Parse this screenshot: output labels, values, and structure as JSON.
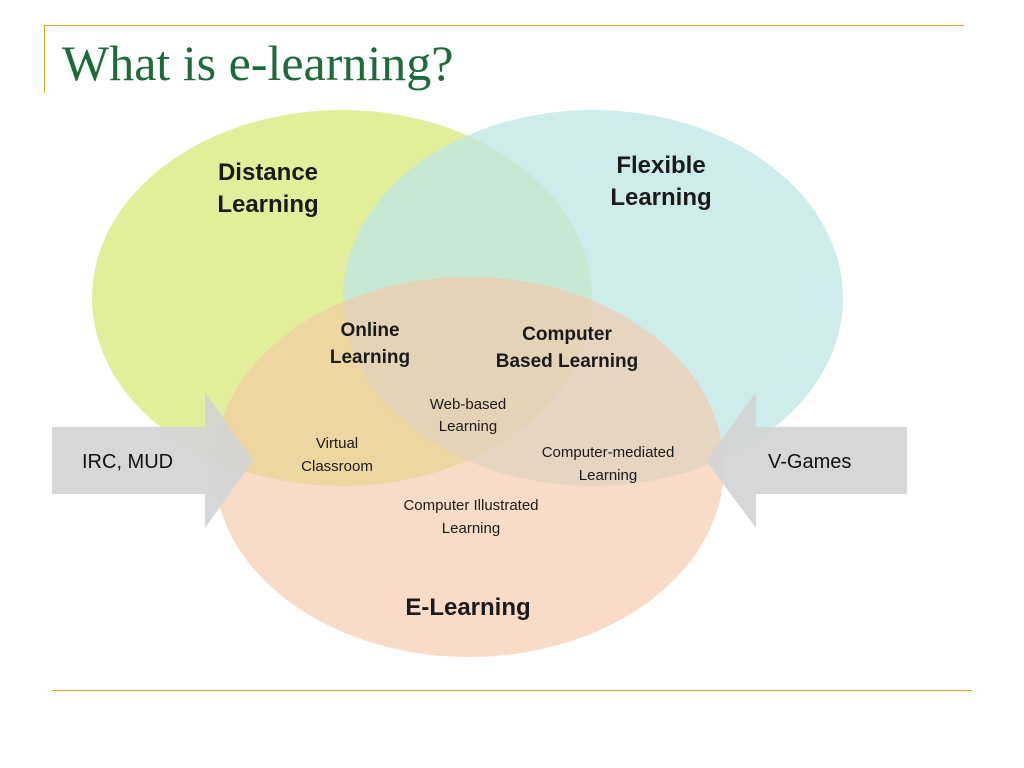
{
  "title": "What is e-learning?",
  "circles": {
    "distance": {
      "line1": "Distance",
      "line2": "Learning",
      "color": "#dfec8f"
    },
    "flexible": {
      "line1": "Flexible",
      "line2": "Learning",
      "color": "#bde6e6"
    },
    "elearning": {
      "label": "E-Learning",
      "color": "#f5c6a6"
    }
  },
  "overlaps": {
    "online": {
      "line1": "Online",
      "line2": "Learning"
    },
    "computer_based": {
      "line1": "Computer",
      "line2": "Based Learning"
    },
    "web_based": {
      "line1": "Web-based",
      "line2": "Learning"
    },
    "virtual_classroom": {
      "line1": "Virtual",
      "line2": "Classroom"
    },
    "computer_mediated": {
      "line1": "Computer-mediated",
      "line2": "Learning"
    },
    "computer_illustrated": {
      "line1": "Computer Illustrated",
      "line2": "Learning"
    }
  },
  "arrows": {
    "left": {
      "label": "IRC, MUD"
    },
    "right": {
      "label": "V-Games"
    }
  },
  "colors": {
    "accent_line": "#d9a521",
    "title": "#1e6b3a",
    "arrow": "#d4d4d4"
  }
}
